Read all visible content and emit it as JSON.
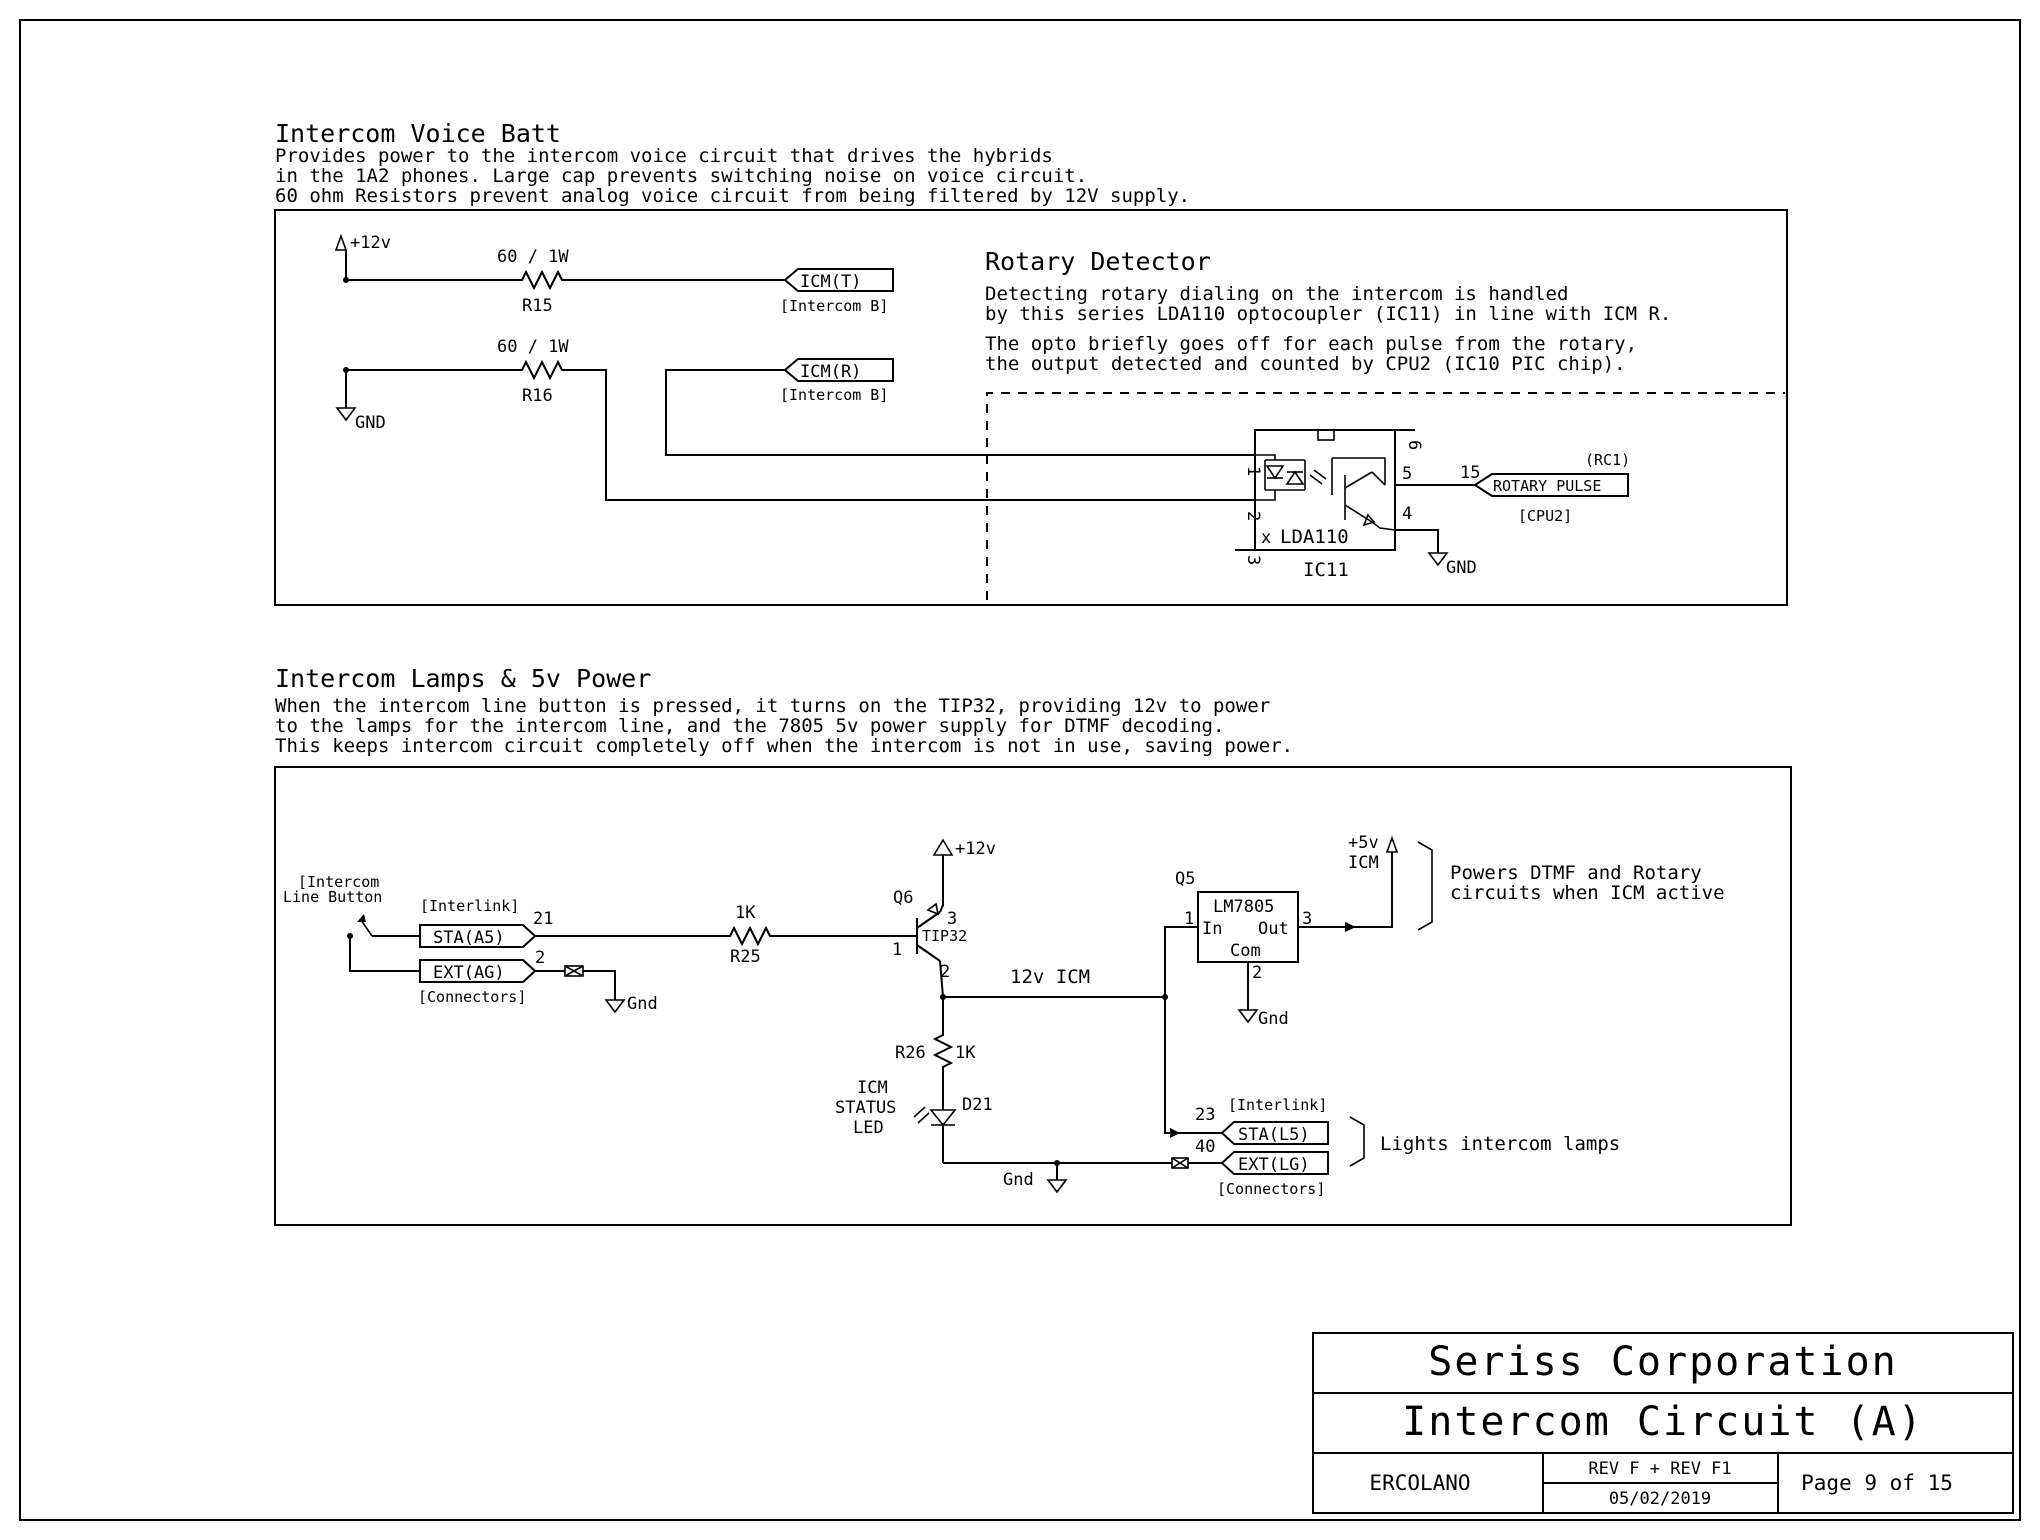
{
  "section1": {
    "title": "Intercom Voice Batt",
    "desc": [
      "Provides power to the intercom voice circuit that drives the hybrids",
      "in the 1A2 phones. Large cap prevents switching noise on voice circuit.",
      "60 ohm Resistors prevent analog voice circuit from being filtered by 12V supply."
    ],
    "vcc": "+12v",
    "gnd": "GND",
    "r15": {
      "value": "60 / 1W",
      "ref": "R15"
    },
    "r16": {
      "value": "60 / 1W",
      "ref": "R16"
    },
    "icm_t": {
      "label": "ICM(T)",
      "sub": "[Intercom B]"
    },
    "icm_r": {
      "label": "ICM(R)",
      "sub": "[Intercom B]"
    },
    "rotary": {
      "title": "Rotary Detector",
      "desc1": [
        "Detecting rotary dialing on the intercom is handled",
        "by this series LDA110 optocoupler (IC11) in line with ICM R."
      ],
      "desc2": [
        "The opto briefly goes off for each pulse from the rotary,",
        "the output detected and counted by CPU2 (IC10 PIC chip)."
      ]
    },
    "ic11": {
      "part": "LDA110",
      "ref": "IC11",
      "nc_mark": "x",
      "pins": [
        "1",
        "2",
        "3",
        "4",
        "5",
        "6"
      ],
      "out_pin": "15",
      "out_label": "ROTARY PULSE",
      "out_tag": "(RC1)",
      "out_sub": "[CPU2]",
      "gnd": "GND"
    }
  },
  "section2": {
    "title": "Intercom Lamps & 5v Power",
    "desc": [
      "When the intercom line button is pressed, it turns on the TIP32, providing 12v to power",
      "to the lamps for the intercom line, and the 7805 5v power supply for DTMF decoding.",
      "This keeps intercom circuit completely off when the intercom is not in use, saving power."
    ],
    "button_label": [
      "[Intercom",
      "Line Button"
    ],
    "sta_a5": {
      "label": "STA(A5)",
      "pin": "21",
      "top": "[Interlink]"
    },
    "ext_ag": {
      "label": "EXT(AG)",
      "pin": "2",
      "bottom": "[Connectors]"
    },
    "gnd1": "Gnd",
    "r25": {
      "value": "1K",
      "ref": "R25"
    },
    "q6": {
      "ref": "Q6",
      "part": "TIP32",
      "pins": [
        "1",
        "2",
        "3"
      ],
      "vcc": "+12v"
    },
    "net_12v": "12v ICM",
    "r26": {
      "ref": "R26",
      "value": "1K"
    },
    "d21": {
      "ref": "D21",
      "label": [
        "ICM",
        "STATUS",
        "LED"
      ]
    },
    "gnd2": "Gnd",
    "q5": {
      "ref": "Q5",
      "part": "LM7805",
      "in": "In",
      "out": "Out",
      "com": "Com",
      "pins": [
        "1",
        "2",
        "3"
      ]
    },
    "gnd3": "Gnd",
    "vout": [
      "+5v",
      "ICM"
    ],
    "note_power": [
      "Powers DTMF and Rotary",
      "circuits when ICM active"
    ],
    "sta_l5": {
      "label": "STA(L5)",
      "pin": "23",
      "top": "[Interlink]"
    },
    "ext_lg": {
      "label": "EXT(LG)",
      "pin": "40",
      "bottom": "[Connectors]"
    },
    "note_lamps": "Lights intercom lamps"
  },
  "title_block": {
    "company": "Seriss Corporation",
    "title": "Intercom Circuit (A)",
    "author": "ERCOLANO",
    "rev": "REV F + REV F1",
    "date": "05/02/2019",
    "page": "Page 9 of 15"
  }
}
